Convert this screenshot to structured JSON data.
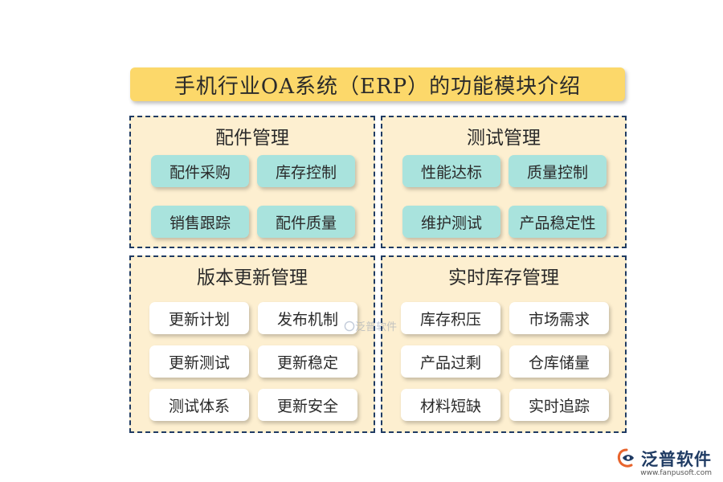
{
  "title": "手机行业OA系统（ERP）的功能模块介绍",
  "panels": [
    {
      "title": "配件管理",
      "items": [
        "配件采购",
        "库存控制",
        "销售跟踪",
        "配件质量"
      ]
    },
    {
      "title": "测试管理",
      "items": [
        "性能达标",
        "质量控制",
        "维护测试",
        "产品稳定性"
      ]
    },
    {
      "title": "版本更新管理",
      "items": [
        "更新计划",
        "发布机制",
        "更新测试",
        "更新稳定",
        "测试体系",
        "更新安全"
      ]
    },
    {
      "title": "实时库存管理",
      "items": [
        "库存积压",
        "市场需求",
        "产品过剩",
        "仓库储量",
        "材料短缺",
        "实时追踪"
      ]
    }
  ],
  "watermark": "泛普软件",
  "logo": {
    "name": "泛普软件",
    "url": "www.fanpusoft.com"
  },
  "colors": {
    "title_bg": "#fcd86a",
    "panel_bg": "#fdefd0",
    "panel_border": "#1f3b63",
    "chip_teal": "#a9e3dd",
    "chip_white": "#ffffff"
  }
}
